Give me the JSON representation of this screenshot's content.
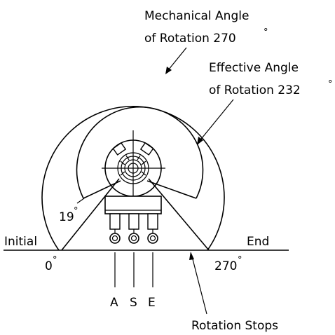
{
  "labels": {
    "mechanical_line1": "Mechanical Angle",
    "mechanical_line2": "of Rotation 270",
    "effective_line1": "Effective Angle",
    "effective_line2": "of Rotation 232",
    "angle_19": "19",
    "initial": "Initial",
    "end": "End",
    "angle_0": "0",
    "angle_270": "270",
    "pin_a": "A",
    "pin_s": "S",
    "pin_e": "E",
    "rotation_stops": "Rotation Stops",
    "degree": "°"
  }
}
